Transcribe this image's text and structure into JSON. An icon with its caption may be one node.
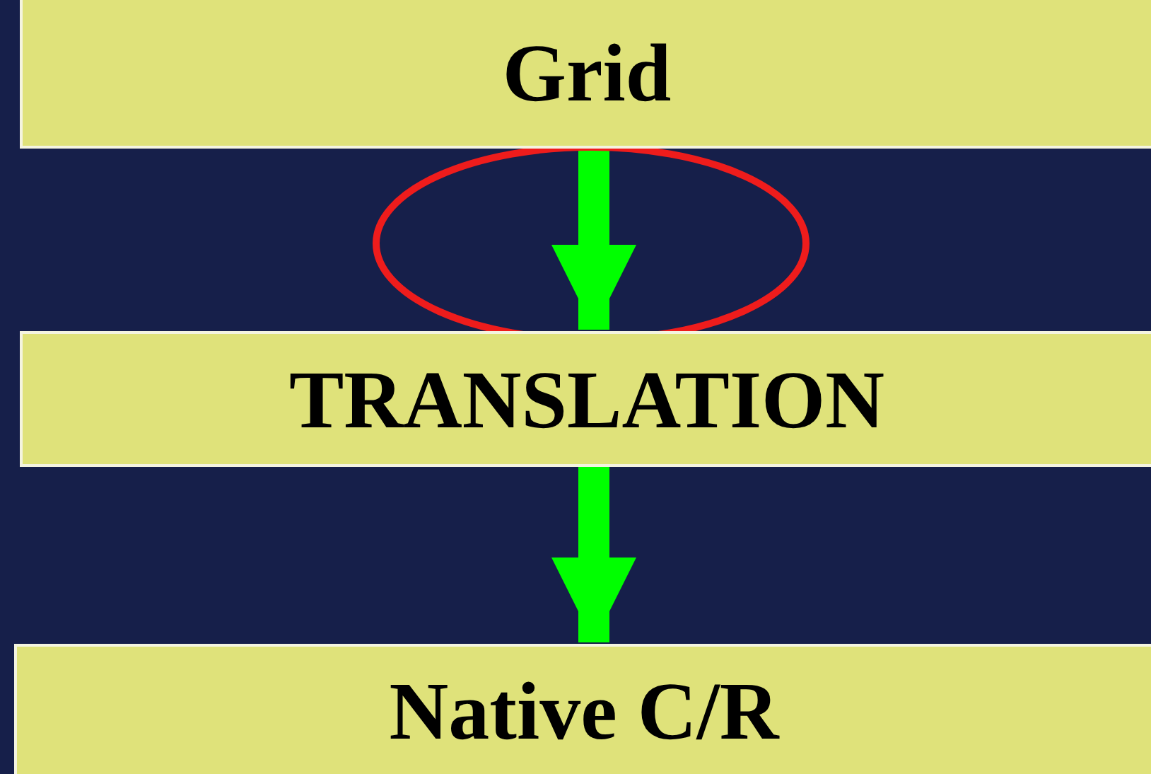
{
  "diagram": {
    "nodes": [
      {
        "text": [
          "Grid"
        ]
      },
      {
        "text": [
          "TRANSLATION"
        ]
      },
      {
        "text": [
          "Native C/R"
        ]
      }
    ],
    "edges": [
      {
        "from": 0,
        "to": 1,
        "arrow": "to"
      },
      {
        "from": 1,
        "to": 2,
        "arrow": "to"
      }
    ]
  }
}
